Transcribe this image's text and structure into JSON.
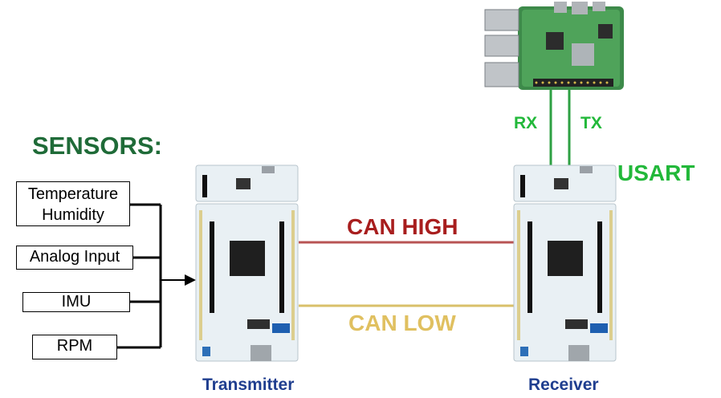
{
  "sensors_heading": "SENSORS:",
  "sensors": [
    {
      "line1": "Temperature",
      "line2": "Humidity"
    },
    {
      "line1": "Analog Input"
    },
    {
      "line1": "IMU"
    },
    {
      "line1": "RPM"
    }
  ],
  "links": {
    "can_high": "CAN HIGH",
    "can_low": "CAN LOW",
    "rx": "RX",
    "tx": "TX",
    "usart": "USART"
  },
  "boards": {
    "transmitter": "Transmitter",
    "receiver": "Receiver"
  },
  "colors": {
    "heading_green": "#1f6b38",
    "usart_green": "#22b83a",
    "can_high": "#a81e1e",
    "can_low": "#e0c060",
    "board_label_blue": "#1f3e8f",
    "wire_high": "#b85454",
    "wire_low": "#d9c06a",
    "wire_green": "#2ea043",
    "board_white": "#e9f0f4",
    "board_pcb": "#4c9a4c"
  }
}
